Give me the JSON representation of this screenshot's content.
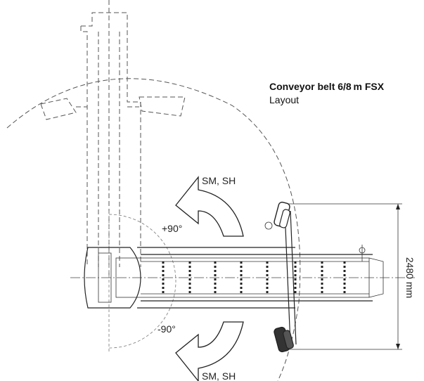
{
  "title": "Conveyor belt 6/8 m FSX",
  "subtitle": "Layout",
  "rotation": {
    "upper_label": "SM, SH",
    "upper_angle": "+90°",
    "lower_angle": "-90°",
    "lower_label": "SM, SH"
  },
  "dimension": {
    "value_label": "2480 mm"
  }
}
